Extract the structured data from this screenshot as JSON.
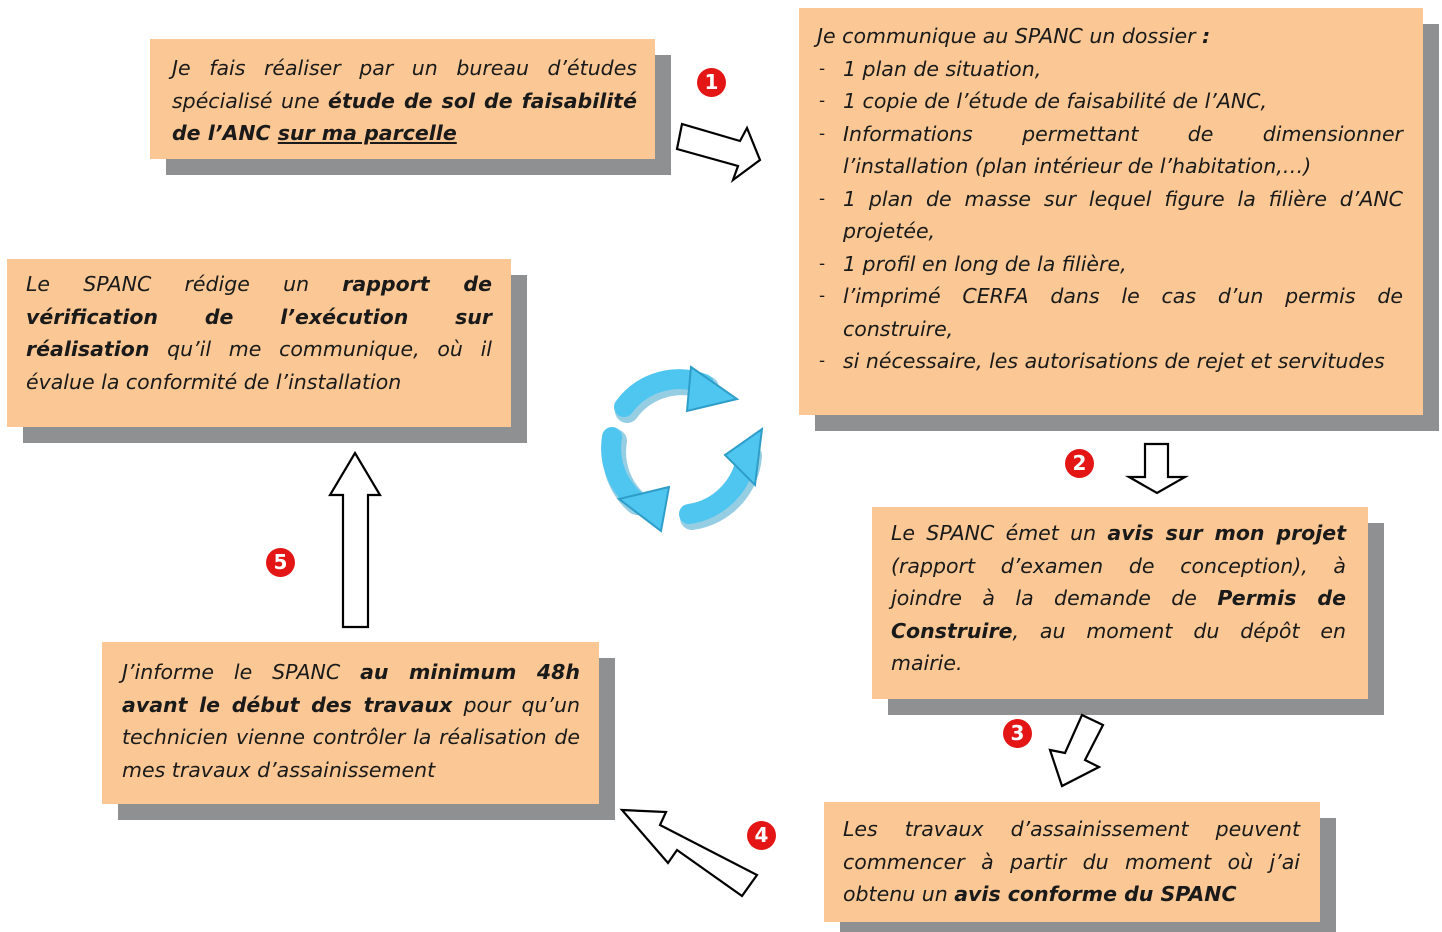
{
  "box1": {
    "t1": "Je fais réaliser par un bureau d’études spécialisé une ",
    "b1": "étude de sol de faisabilité de l’ANC ",
    "u1": "sur ma parcelle"
  },
  "box2": {
    "intro": "Je communique au SPANC un dossier ",
    "colon": ":",
    "items": [
      "1 plan de situation,",
      "1 copie de l’étude de faisabilité de l’ANC,",
      "Informations permettant de dimensionner l’installation (plan intérieur de l’habitation,…)",
      "1 plan de masse sur lequel figure la filière d’ANC projetée,",
      "1 profil en long de la filière,",
      "l’imprimé CERFA dans le cas d’un permis de construire,",
      "si nécessaire, les autorisations de rejet et servitudes"
    ]
  },
  "box3": {
    "t1": "Le SPANC rédige un ",
    "b1": "rapport de vérification de l’exécution sur réalisation",
    "t2": " qu’il me communique, où il évalue la conformité de l’installation"
  },
  "box4": {
    "t1": "Le SPANC émet un ",
    "b1": "avis sur mon projet",
    "t2": " (rapport d’examen de conception), à joindre à la demande de ",
    "b2": "Permis de Construire",
    "t3": ", au moment du dépôt en mairie."
  },
  "box5": {
    "t1": "J’informe le SPANC ",
    "b1": "au minimum 48h avant le début des travaux",
    "t2": " pour qu’un technicien vienne contrôler la réalisation de mes travaux d’assainissement"
  },
  "box6": {
    "t1": "Les travaux d’assainissement peuvent commencer à partir du moment où j’ai obtenu un ",
    "b1": "avis conforme du SPANC"
  },
  "badges": [
    "1",
    "2",
    "3",
    "4",
    "5"
  ],
  "colors": {
    "box_fill": "#fbc794",
    "shadow": "#8e9091",
    "badge": "#e31515",
    "cycle_icon": "#4fc6ef"
  },
  "icons": [
    "block-arrow-right",
    "block-arrow-down",
    "block-arrow-down-left",
    "block-arrow-up-left",
    "block-arrow-up",
    "recycle-cycle-icon"
  ]
}
